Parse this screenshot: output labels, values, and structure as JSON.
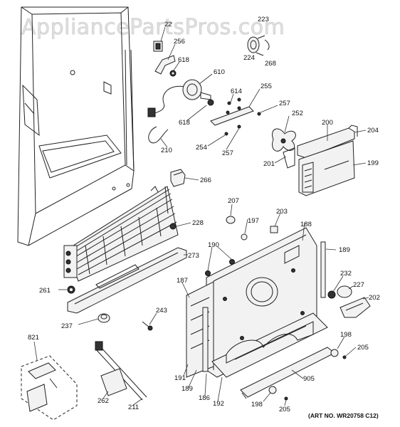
{
  "watermark": "AppliancePartsPros.com",
  "art_number": "(ART NO. WR20758 C12)",
  "callouts": {
    "c223": "223",
    "c22": "22",
    "c256": "256",
    "c224": "224",
    "c268": "268",
    "c618a": "618",
    "c610": "610",
    "c614": "614",
    "c255": "255",
    "c618b": "618",
    "c257a": "257",
    "c252": "252",
    "c200": "200",
    "c204": "204",
    "c210": "210",
    "c254": "254",
    "c257b": "257",
    "c201": "201",
    "c199": "199",
    "c266": "266",
    "c207": "207",
    "c203": "203",
    "c228": "228",
    "c197": "197",
    "c188": "188",
    "c190": "190",
    "c189a": "189",
    "c273": "273",
    "c187": "187",
    "c232": "232",
    "c227": "227",
    "c261": "261",
    "c202": "202",
    "c243": "243",
    "c237": "237",
    "c821": "821",
    "c198a": "198",
    "c205a": "205",
    "c191": "191",
    "c905": "905",
    "c189b": "189",
    "c186": "186",
    "c262": "262",
    "c211": "211",
    "c192": "192",
    "c198b": "198",
    "c205b": "205"
  }
}
